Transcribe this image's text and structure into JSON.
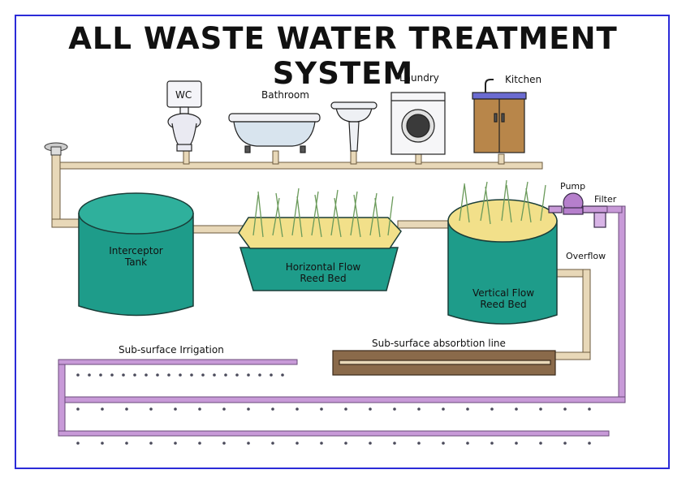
{
  "title": "ALL WASTE WATER TREATMENT SYSTEM",
  "fixtures": {
    "wc": "WC",
    "bathroom": "Bathroom",
    "laundry": "Laundry",
    "kitchen": "Kitchen"
  },
  "components": {
    "interceptor_tank": [
      "Interceptor",
      "Tank"
    ],
    "horizontal_reed_bed": [
      "Horizontal Flow",
      "Reed Bed"
    ],
    "vertical_reed_bed": [
      "Vertical Flow",
      "Reed Bed"
    ],
    "pump": "Pump",
    "filter": "Filter",
    "overflow": "Overflow"
  },
  "lines": {
    "irrigation": "Sub-surface Irrigation",
    "absorption": "Sub-surface absorbtion line"
  },
  "colors": {
    "border": "#2b2bd8",
    "tank": "#1e9c8a",
    "pipe": "#e8d8b8",
    "irrigation_pipe": "#c89ad8",
    "kitchen_cabinet": "#b8864a",
    "reeds": "#6a9a5a"
  }
}
